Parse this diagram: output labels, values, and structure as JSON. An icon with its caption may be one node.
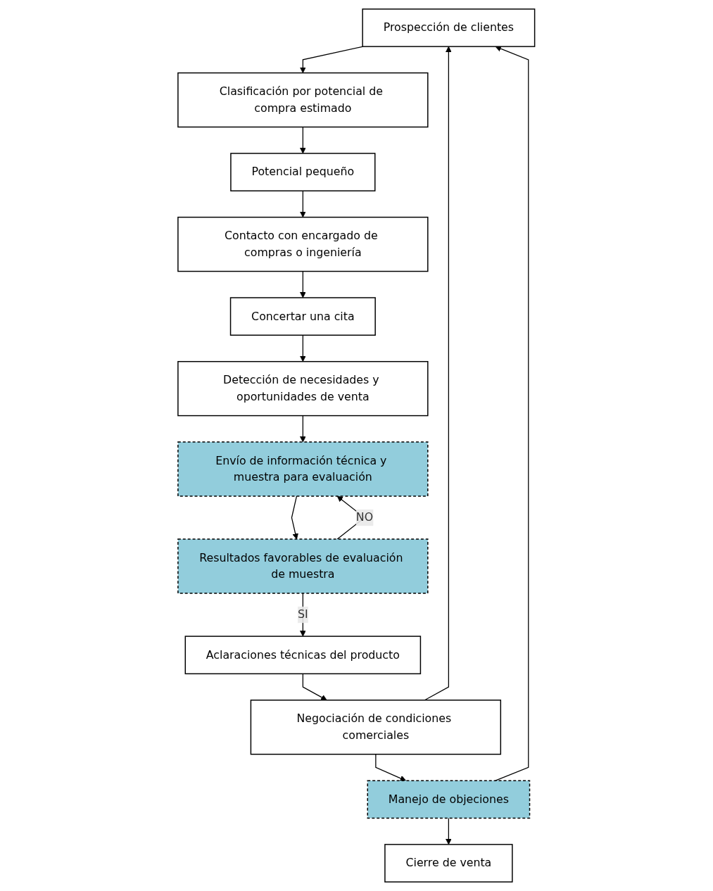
{
  "diagram": {
    "nodes": [
      {
        "text": [
          "Prospección de clientes"
        ]
      },
      {
        "text": [
          "Clasificación por potencial de compra estimado"
        ]
      },
      {
        "text": [
          "Potencial pequeño"
        ]
      },
      {
        "text": [
          "Contacto con encargado de compras o ingeniería"
        ]
      },
      {
        "text": [
          "Concertar una cita"
        ]
      },
      {
        "text": [
          "Detección de necesidades y oportunidades de venta"
        ]
      },
      {
        "text": [
          "Envío de información técnica y muestra para evaluación"
        ]
      },
      {
        "text": [
          "Resultados favorables de evaluación de muestra"
        ]
      },
      {
        "text": [
          "Aclaraciones técnicas del producto"
        ]
      },
      {
        "text": [
          "Negociación de condiciones comerciales"
        ]
      },
      {
        "text": [
          "Manejo de objeciones"
        ]
      },
      {
        "text": [
          "Cierre de venta"
        ]
      }
    ],
    "edges": [
      {
        "from": 0,
        "to": 1,
        "arrow": "to"
      },
      {
        "from": 1,
        "to": 2,
        "arrow": "to"
      },
      {
        "from": 2,
        "to": 3,
        "arrow": "to"
      },
      {
        "from": 3,
        "to": 4,
        "arrow": "to"
      },
      {
        "from": 4,
        "to": 5,
        "arrow": "to"
      },
      {
        "from": 5,
        "to": 6,
        "arrow": "to"
      },
      {
        "from": 6,
        "to": 7,
        "arrow": "to"
      },
      {
        "from": 7,
        "to": 6,
        "label": "NO",
        "arrow": "to"
      },
      {
        "from": 7,
        "to": 8,
        "label": "SI",
        "arrow": "to"
      },
      {
        "from": 8,
        "to": 9,
        "arrow": "to"
      },
      {
        "from": 9,
        "to": 0,
        "arrow": "to"
      },
      {
        "from": 9,
        "to": 10,
        "arrow": "to"
      },
      {
        "from": 10,
        "to": 0,
        "arrow": "to"
      },
      {
        "from": 10,
        "to": 11,
        "arrow": "to"
      }
    ]
  }
}
